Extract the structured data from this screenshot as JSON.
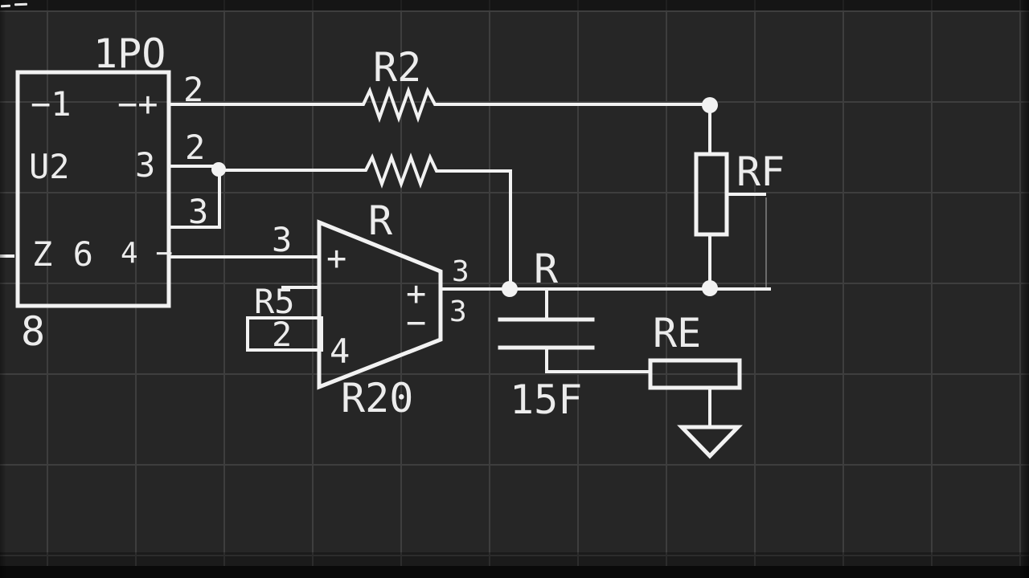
{
  "colors": {
    "background": "#262626",
    "grid": "#3e3e3e",
    "wire": "#f2f2f2",
    "text": "#ececec"
  },
  "schematic": {
    "ic": {
      "title": "1PO",
      "ref": "U2",
      "pin_top_left": "−1",
      "pin_top_right": "−+",
      "pin_mid_right": "3",
      "pin_bot_left": "Z 6",
      "pin_bot_right": "4 −",
      "pin_below": "8",
      "stub_top": "2",
      "stub_mid": "2",
      "stub_notch": "3"
    },
    "wires": {
      "noninv_pin": "3"
    },
    "r2": {
      "label": "R2"
    },
    "opamp": {
      "label": "R",
      "ref": "R20",
      "input_plus": "+",
      "output_plus": "+",
      "output_minus": "−",
      "pin4": "4",
      "out_top": "3",
      "out_bottom": "3"
    },
    "r5": {
      "label": "R5",
      "value": "2"
    },
    "cap": {
      "label": "R",
      "value": "15F"
    },
    "rf": {
      "label": "RF"
    },
    "re": {
      "label": "RE"
    }
  }
}
